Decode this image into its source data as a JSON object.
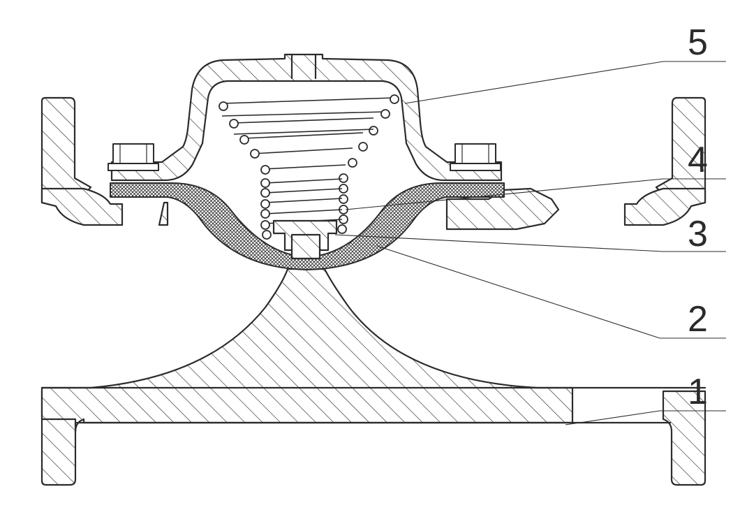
{
  "diagram": {
    "type": "valve-cross-section",
    "callouts": [
      {
        "id": "1",
        "label": "1"
      },
      {
        "id": "2",
        "label": "2"
      },
      {
        "id": "3",
        "label": "3"
      },
      {
        "id": "4",
        "label": "4"
      },
      {
        "id": "5",
        "label": "5"
      }
    ]
  },
  "colors": {
    "line": "#2b2b2b",
    "background": "#ffffff"
  }
}
